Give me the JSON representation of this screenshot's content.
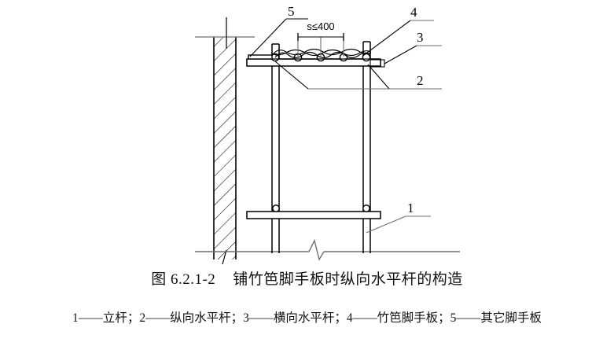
{
  "figure": {
    "caption_number": "图 6.2.1-2",
    "caption_title": "铺竹笆脚手板时纵向水平杆的构造",
    "dimension_label": "s≤400",
    "callouts": [
      {
        "id": "1",
        "label": "1"
      },
      {
        "id": "2",
        "label": "2"
      },
      {
        "id": "3",
        "label": "3"
      },
      {
        "id": "4",
        "label": "4"
      },
      {
        "id": "5",
        "label": "5"
      }
    ],
    "legend": [
      {
        "num": "1",
        "dash": "——",
        "term": "立杆",
        "sep": "；"
      },
      {
        "num": "2",
        "dash": "——",
        "term": "纵向水平杆",
        "sep": "；"
      },
      {
        "num": "3",
        "dash": "——",
        "term": "横向水平杆",
        "sep": "；"
      },
      {
        "num": "4",
        "dash": "——",
        "term": "竹笆脚手板",
        "sep": "；"
      },
      {
        "num": "5",
        "dash": "——",
        "term": "其它脚手板",
        "sep": ""
      }
    ],
    "colors": {
      "line": "#000000",
      "thin_line": "#6f6f6f",
      "background": "#ffffff"
    }
  }
}
